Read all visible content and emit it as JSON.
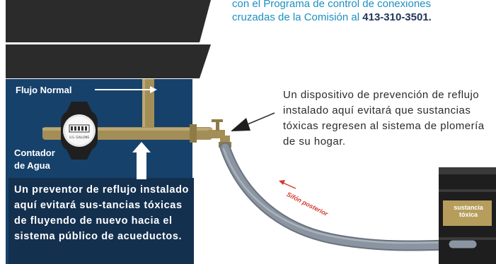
{
  "contact": {
    "line1": "con el Programa de control de conexiones",
    "line2": "cruzadas de la Comisión al",
    "phone": "413-310-3501."
  },
  "labels": {
    "normal_flow": "Flujo Normal",
    "meter_line1": "Contador",
    "meter_line2": "de Agua",
    "meter_face": "U.S. GALLONS",
    "preventer_note": "Un preventor de reflujo instalado aquí evitará sus-tancias tóxicas de fluyendo de nuevo hacia el sistema público de acueductos.",
    "device_note": "Un dispositivo de prevención de reflujo instalado aquí evitará que sustancias tóxicas regresen al sistema de plomería de su hogar.",
    "siphon": "Sifón posterior",
    "barrel_line1": "sustancia",
    "barrel_line2": "tóxica"
  },
  "colors": {
    "roof": "#2b2b2b",
    "house_wall": "#16416b",
    "pipe": "#a48e57",
    "hose": "#8b95a1",
    "barrel": "#1e1e1e",
    "barrel_label_bg": "#b69d5c",
    "siphon_arrow": "#d1392b",
    "contact_text": "#1c8fc0",
    "phone_text": "#1f3656"
  }
}
